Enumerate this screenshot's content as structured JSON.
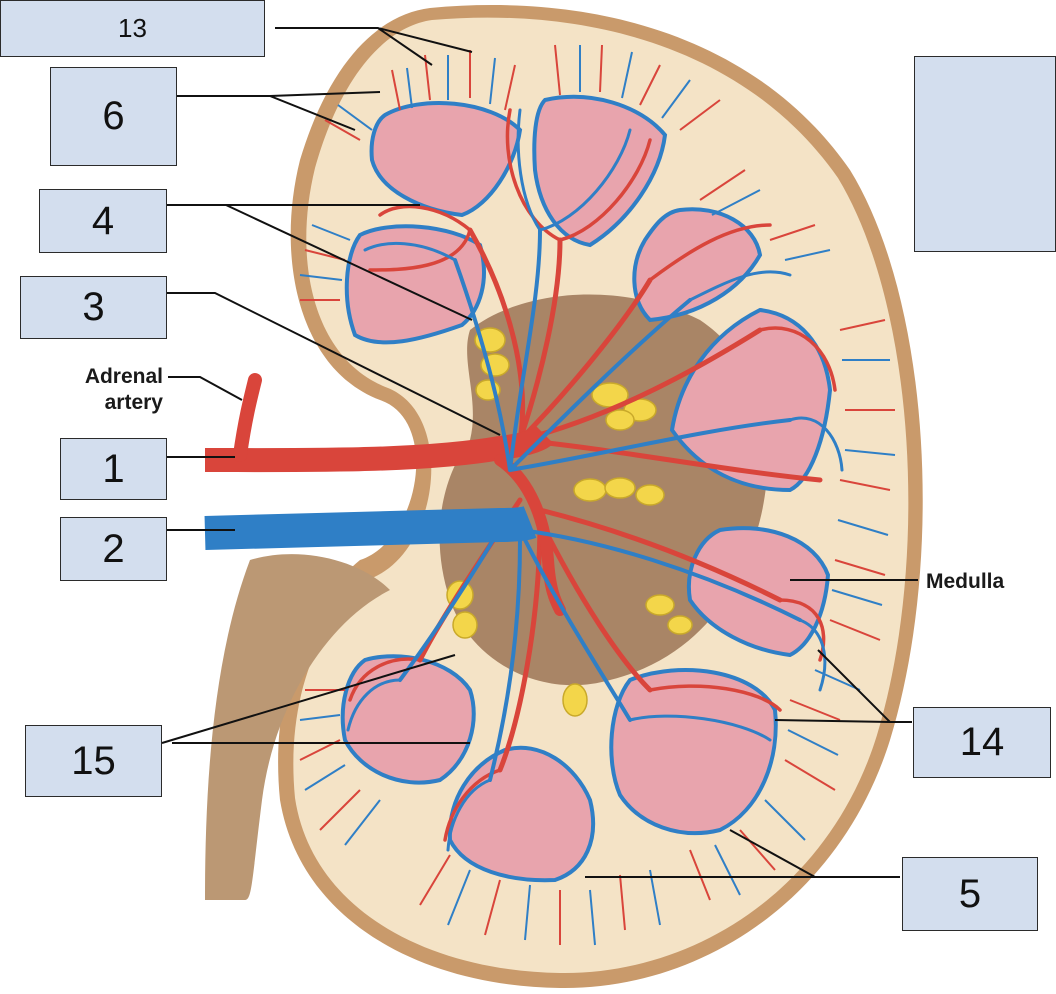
{
  "labels": {
    "box_13": "13",
    "box_6": "6",
    "box_4": "4",
    "box_3": "3",
    "box_1": "1",
    "box_2": "2",
    "box_15": "15",
    "box_14": "14",
    "box_5": "5",
    "box_blank": ""
  },
  "text_labels": {
    "adrenal_line1": "Adrenal",
    "adrenal_line2": "artery",
    "medulla": "Medulla"
  },
  "colors": {
    "label_fill": "#d3deee",
    "artery": "#d9453b",
    "vein": "#2f7fc6",
    "cortex": "#f4e3c6",
    "capsule": "#c99a6b",
    "pyramid": "#e8a4ad",
    "fat": "#f3d64a",
    "ureter": "#bb9874"
  }
}
